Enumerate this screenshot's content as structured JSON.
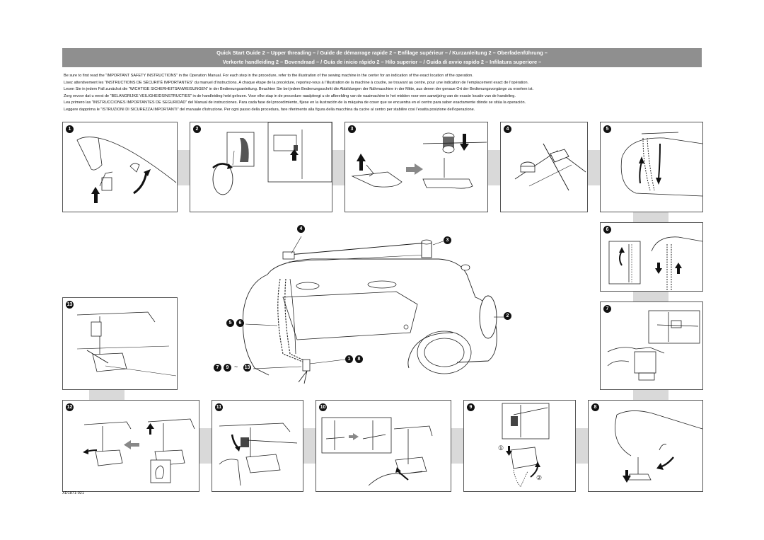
{
  "title": {
    "line1": "Quick Start Guide 2 – Upper threading – / Guide de démarrage rapide 2 – Enfilage supérieur – / Kurzanleitung 2 – Oberfadenführung –",
    "line2": "Verkorte handleiding 2 – Bovendraad – / Guía de inicio rápido 2 – Hilo superior – / Guida di avvio rapido 2 – Infilatura superiore –"
  },
  "intro": [
    "Be sure to first read the “IMPORTANT SAFETY INSTRUCTIONS” in the Operation Manual. For each step in the procedure, refer to the illustration of the sewing machine in the center for an indication of the exact location of the operation.",
    "Lisez attentivement les “INSTRUCTIONS DE SÉCURITÉ IMPORTANTES” du manuel d’instructions. A chaque étape de la procédure, reportez-vous à l’illustration de la machine à coudre, se trouvant au centre, pour une indication de l’emplacement exact de l’opération.",
    "Lesen Sie in jedem Fall zunächst die “WICHTIGE SICHERHEITSANWEISUNGEN” in der Bedienungsanleitung. Beachten Sie bei jedem Bedienungsschritt die Abbildungen der Nähmaschine in der Mitte, aus denen der genaue Ort der Bedienungsvorgänge zu ersehen ist.",
    "Zorg ervoor dat u eerst de “BELANGRIJKE VEILIGHEIDSINSTRUCTIES” in de handleiding hebt gelezen. Voor elke stap in de procedure raadpleegt u de afbeelding van de naaimachine in het midden voor een aanwijzing van de exacte locatie van de handeling.",
    "Lea primero las “INSTRUCCIONES IMPORTANTES DE SEGURIDAD” del Manual de instrucciones. Para cada fase del procedimiento, fíjese en la ilustración de la máquina de coser que se encuentra en el centro para saber exactamente dónde se sitúa la operación.",
    "Leggere dapprima le “ISTRUZIONI DI SICUREZZA IMPORTANTI” del manuale d’istruzione. Per ogni passo della procedura, fare riferimento alla figura della macchina da cucire al centro per stabilire cosi l’esatta posizione dell’operazione."
  ],
  "steps": {
    "s1": "1",
    "s2": "2",
    "s3": "3",
    "s4": "4",
    "s5": "5",
    "s6": "6",
    "s7": "7",
    "s8": "8",
    "s9": "9",
    "s10": "10",
    "s11": "11",
    "s12": "12",
    "s13": "13"
  },
  "center_labels": {
    "a4": "4",
    "a3": "3",
    "a2": "2",
    "a5": "5",
    "a6": "6",
    "a1": "1",
    "a8": "8",
    "a7": "7",
    "a9": "9",
    "a13": "13",
    "tilde": "~"
  },
  "step9_sub": {
    "one": "①",
    "two": "②"
  },
  "doc_code": "XD1871-021"
}
